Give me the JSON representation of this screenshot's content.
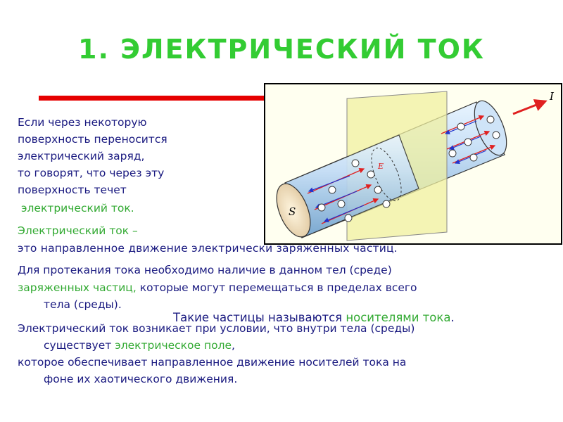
{
  "slide": {
    "title": "1. ЭЛЕКТРИЧЕСКИЙ ТОК",
    "intro_lines": [
      "Если через некоторую",
      "поверхность переносится",
      "электрический заряд,",
      "то говорят, что через эту",
      "поверхность течет"
    ],
    "intro_term": "электрический ток.",
    "def_term": "Электрический ток –",
    "def_text": "это направленное движение электрически заряженных частиц.",
    "cond_line1": "Для протекания тока необходимо наличие в данном тел (среде)",
    "cond_term": "заряженных частиц,",
    "cond_line2_rest": " которые могут перемещаться в пределах всего",
    "cond_line3": "тела (среды).",
    "carriers_prefix": "Такие частицы называются ",
    "carriers_term": "носителями тока",
    "carriers_suffix": ".",
    "field_line1": "Электрический ток возникает при условии, что внутри тела (среды)",
    "field_line2_prefix": "существует ",
    "field_term": "электрическое поле",
    "field_line2_suffix": ",",
    "field_line3": "которое обеспечивает направленное движение носителей тока на",
    "field_line4": "фоне их хаотического движения."
  },
  "figure": {
    "section_label": "S",
    "current_label": "I",
    "field_label": "E"
  },
  "colors": {
    "title": "#33cc33",
    "text": "#1a1a80",
    "accent_green": "#33aa33",
    "rule": "#e60000",
    "field_arrow": "#e02020",
    "electron_arrow": "#2233cc",
    "plane": "#f0f0a0"
  }
}
